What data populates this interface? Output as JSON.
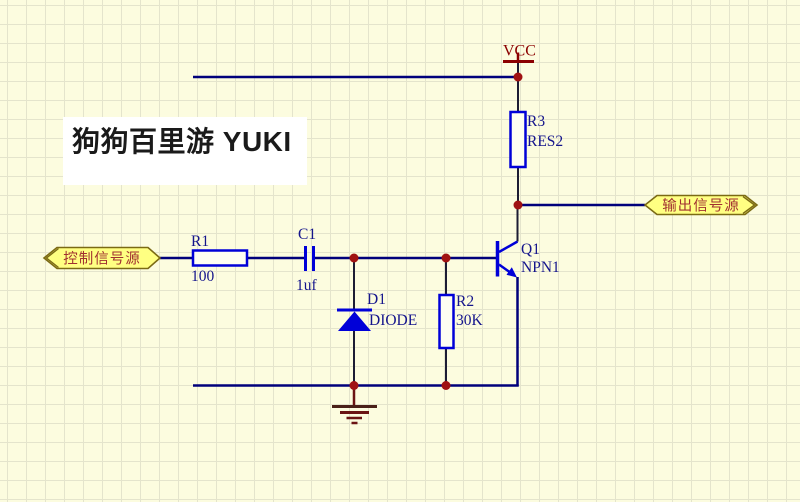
{
  "title_block": {
    "text": "狗狗百里游 YUKI"
  },
  "power": {
    "vcc_label": "VCC"
  },
  "ports": {
    "input": {
      "label": "控制信号源"
    },
    "output": {
      "label": "输出信号源"
    }
  },
  "components": {
    "r1": {
      "designator": "R1",
      "value": "100"
    },
    "c1": {
      "designator": "C1",
      "value": "1uf"
    },
    "d1": {
      "designator": "D1",
      "value": "DIODE"
    },
    "r2": {
      "designator": "R2",
      "value": "30K"
    },
    "r3": {
      "designator": "R3",
      "value": "RES2"
    },
    "q1": {
      "designator": "Q1",
      "value": "NPN1"
    }
  },
  "colors": {
    "canvas_bg": "#FCFCDF",
    "grid_line": "#E4E4CC",
    "wire": "#00007B",
    "wire_dim": "#1C1C34",
    "component": "#0000D8",
    "component_fill": "#FEFEF2",
    "label": "#15158C",
    "junction": "#A01212",
    "power": "#8B0000",
    "ground": "#6B1414",
    "ground_dark": "#4A2018",
    "port_fill": "#FFFF82",
    "port_border": "#7B6A14",
    "port_text": "#A03030",
    "title_bg": "#FFFFFF",
    "title_text": "#1A1A1A"
  }
}
